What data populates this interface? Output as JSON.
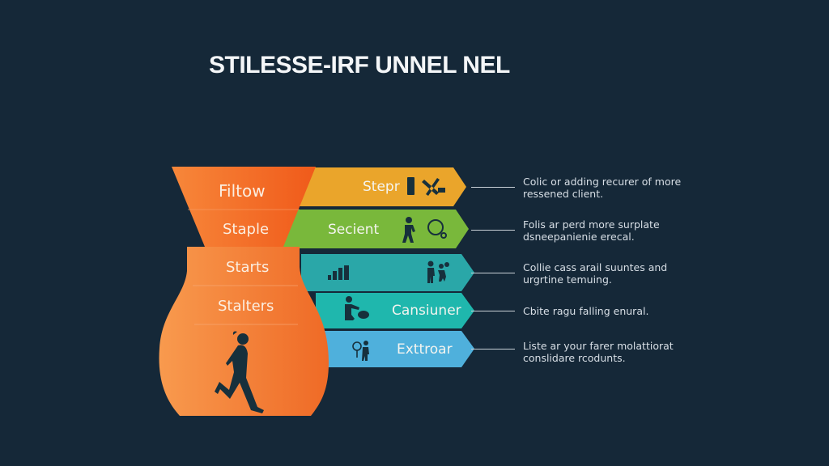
{
  "title": "STILESSE-IRF UNNEL NEL",
  "colors": {
    "background": "#152838",
    "funnel_orange": "#f2762e",
    "bar_yellow": "#eaa52b",
    "bar_green": "#79b83b",
    "bar_teal": "#2aa7a8",
    "bar_cyan": "#1fb7ad",
    "bar_blue": "#4fb0dc",
    "icon_dark": "#17303c"
  },
  "funnel": {
    "stages": [
      {
        "label": "Filtow"
      },
      {
        "label": "Staple"
      },
      {
        "label": "Starts"
      },
      {
        "label": "Stalters"
      }
    ],
    "bottom_icon": "runner-silhouette-icon"
  },
  "bars": [
    {
      "label": "Stepr",
      "icons": [
        "ruler-icon",
        "tools-icon"
      ],
      "color": "#eaa52b",
      "description": "Colic or adding recurer of more ressened client."
    },
    {
      "label": "Secient",
      "icons": [
        "person-icon",
        "face-icon"
      ],
      "color": "#79b83b",
      "description": "Folis ar perd more surplate dsneepanienie erecal."
    },
    {
      "label": "",
      "icons": [
        "bar-chart-icon",
        "group-icon"
      ],
      "color": "#2aa7a8",
      "description": "Collie cass arail suuntes and urgrtine temuing."
    },
    {
      "label": "Cansiuner",
      "icons": [
        "kneeling-person-icon"
      ],
      "color": "#1fb7ad",
      "description": "Cbite ragu falling enural."
    },
    {
      "label": "Exttroar",
      "icons": [
        "magnifier-person-icon"
      ],
      "color": "#4fb0dc",
      "description": "Liste ar your farer molattiorat conslidare rcodunts."
    }
  ]
}
